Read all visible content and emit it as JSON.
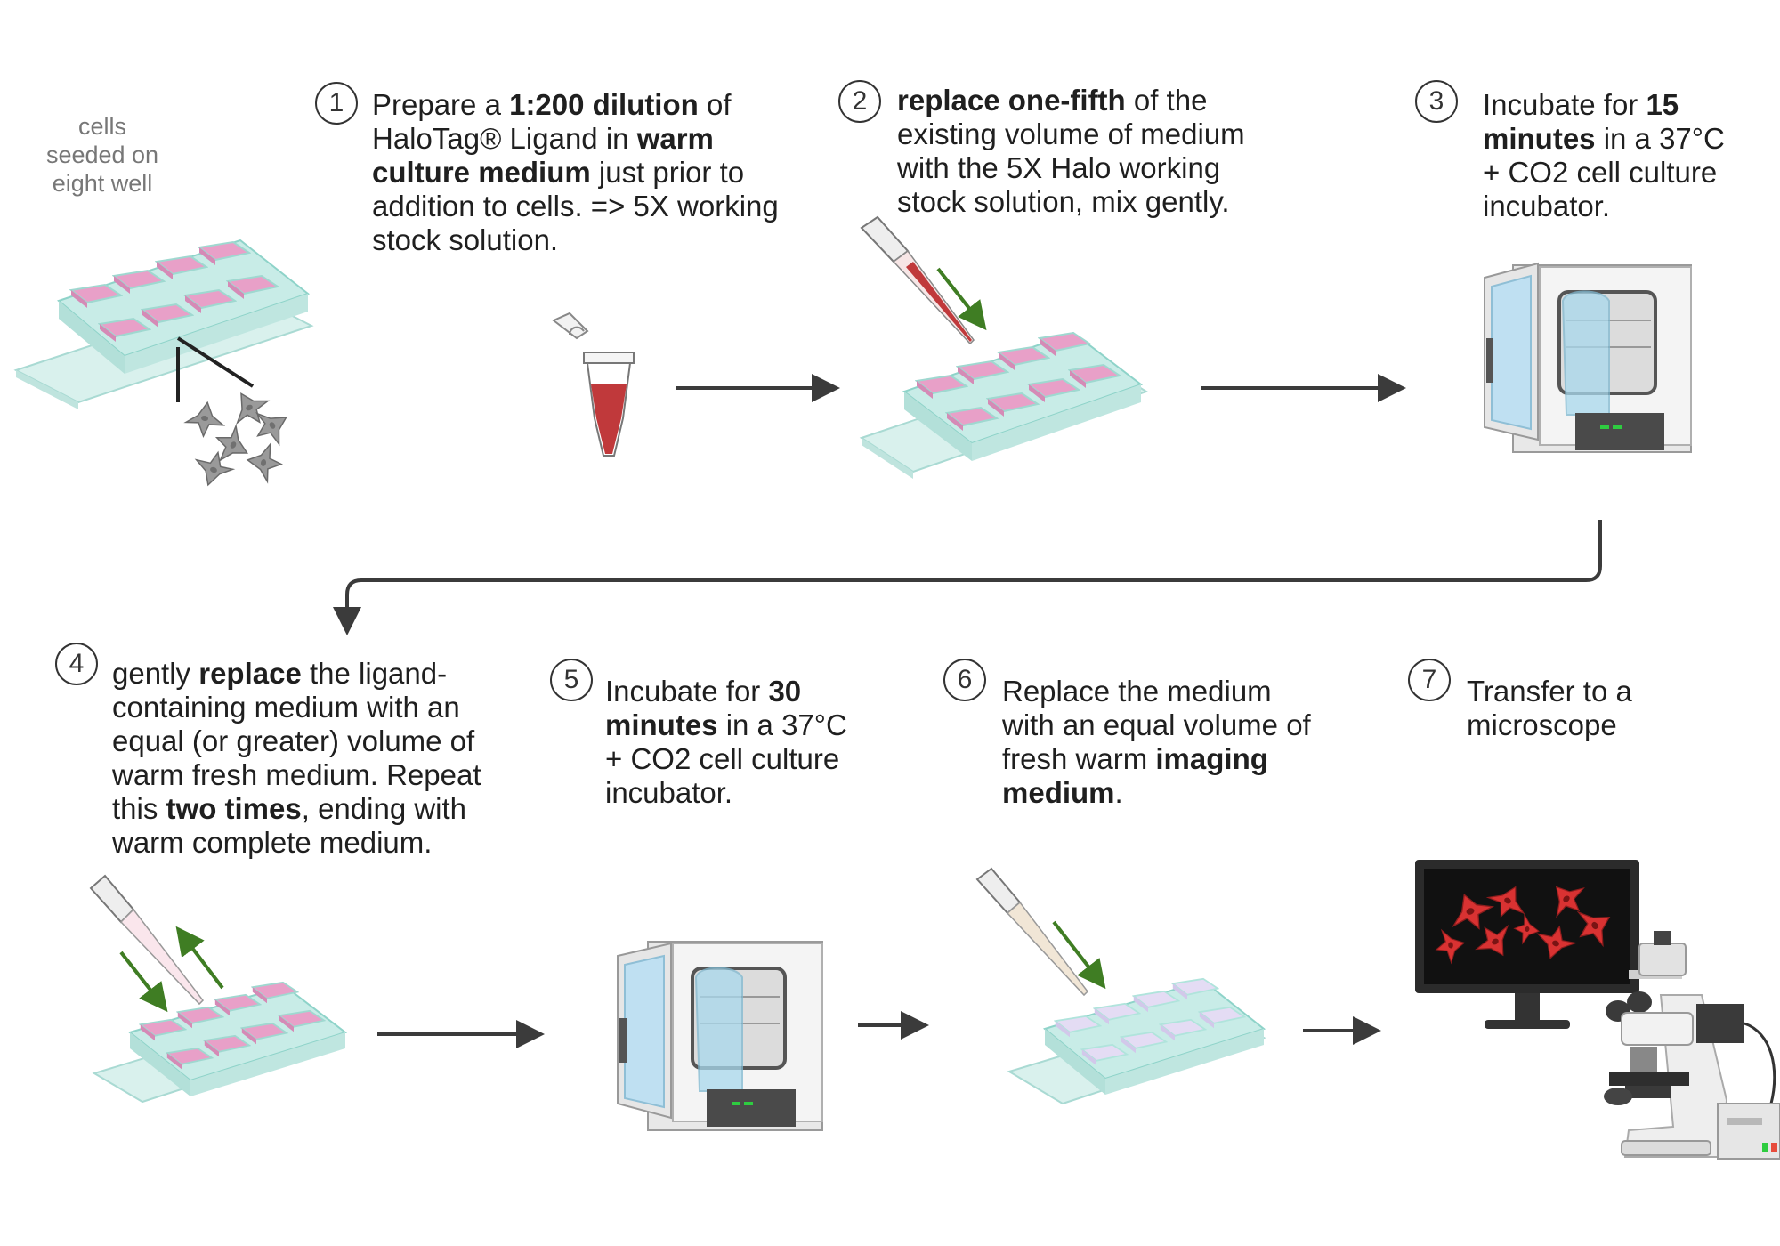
{
  "caption": {
    "lines": [
      "cells",
      "seeded on",
      "eight well"
    ]
  },
  "steps": [
    {
      "number": "1",
      "segments": [
        {
          "t": "Prepare a ",
          "b": false
        },
        {
          "t": "1:200 dilution",
          "b": true
        },
        {
          "t": " of HaloTag® Ligand in ",
          "b": false
        },
        {
          "t": "warm culture medium",
          "b": true
        },
        {
          "t": " just prior to addition to cells. => 5X working stock solution.",
          "b": false
        }
      ]
    },
    {
      "number": "2",
      "segments": [
        {
          "t": "replace one-fifth",
          "b": true
        },
        {
          "t": " of the existing volume of medium with the 5X Halo working stock solution, mix gently.",
          "b": false
        }
      ]
    },
    {
      "number": "3",
      "segments": [
        {
          "t": "Incubate for ",
          "b": false
        },
        {
          "t": "15 minutes",
          "b": true
        },
        {
          "t": " in a 37°C + CO2 cell culture incubator.",
          "b": false
        }
      ]
    },
    {
      "number": "4",
      "segments": [
        {
          "t": "gently ",
          "b": false
        },
        {
          "t": "replace",
          "b": true
        },
        {
          "t": " the ligand-containing medium with an equal (or greater) volume of warm fresh medium. Repeat this ",
          "b": false
        },
        {
          "t": "two times",
          "b": true
        },
        {
          "t": ", ending with warm complete medium.",
          "b": false
        }
      ]
    },
    {
      "number": "5",
      "segments": [
        {
          "t": "Incubate for ",
          "b": false
        },
        {
          "t": "30 minutes",
          "b": true
        },
        {
          "t": " in a 37°C + CO2 cell culture incubator.",
          "b": false
        }
      ]
    },
    {
      "number": "6",
      "segments": [
        {
          "t": "Replace the medium with an equal volume of fresh warm ",
          "b": false
        },
        {
          "t": "imaging medium",
          "b": true
        },
        {
          "t": ".",
          "b": false
        }
      ]
    },
    {
      "number": "7",
      "segments": [
        {
          "t": "Transfer to a microscope",
          "b": false
        }
      ]
    }
  ],
  "icons": [
    "eight-well-slide-icon",
    "cell-icon",
    "microtube-icon",
    "pipette-icon",
    "incubator-icon",
    "monitor-icon",
    "microscope-icon",
    "power-supply-icon",
    "arrow-icon"
  ],
  "colors": {
    "well_pink": "#e8a0c8",
    "well_lavender": "#e4dcf4",
    "slide_glass": "#cfeee9",
    "ligand_red": "#c0393b",
    "flow_arrow": "#3b3b3b",
    "pipette_arrow": "#3f7d23",
    "cell_red": "#d93232"
  }
}
